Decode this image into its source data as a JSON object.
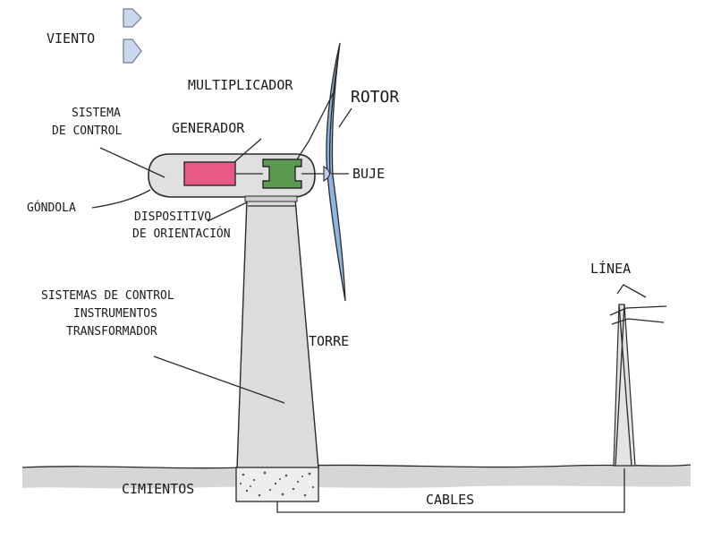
{
  "labels": {
    "wind": "VIENTO",
    "gearbox": "MULTIPLICADOR",
    "rotor": "ROTOR",
    "control_1": "SISTEMA",
    "control_2": "DE CONTROL",
    "generator": "GENERADOR",
    "hub": "BUJE",
    "nacelle": "GÓNDOLA",
    "yaw_1": "DISPOSITIVO",
    "yaw_2": "DE ORIENTACIÓN",
    "line": "LÍNEA",
    "base_1": "SISTEMAS DE CONTROL",
    "base_2": "INSTRUMENTOS",
    "base_3": "TRANSFORMADOR",
    "tower": "TORRE",
    "foundation": "CIMIENTOS",
    "cables": "CABLES"
  },
  "colors": {
    "generator": "#e85a86",
    "gearbox": "#5a9a4e",
    "blade": "#8fb4e0",
    "arrow": "#c9d8ec",
    "tower": "#dcdcdc",
    "ground": "#d6d6d6"
  }
}
